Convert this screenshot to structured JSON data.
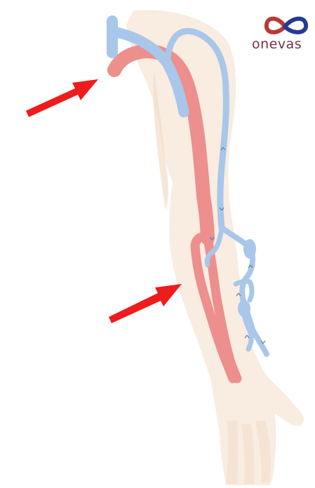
{
  "brand": {
    "name": "onevas",
    "colors": {
      "primary": "#b73a35",
      "secondary": "#273a8f",
      "text": "#7a2f44"
    }
  },
  "illustration": {
    "subject": "arm-vasculature",
    "colors": {
      "skin": "#f9ece0",
      "skin_shadow": "#f2ddc9",
      "artery": "#ec8f8d",
      "vein": "#a8c7ea",
      "pointer_arrow": "#ee1c1c",
      "flow_arrow": "#5f7fa8"
    }
  },
  "pointers": [
    {
      "label": "",
      "target": "artery-upper"
    },
    {
      "label": "",
      "target": "artery-forearm"
    }
  ]
}
